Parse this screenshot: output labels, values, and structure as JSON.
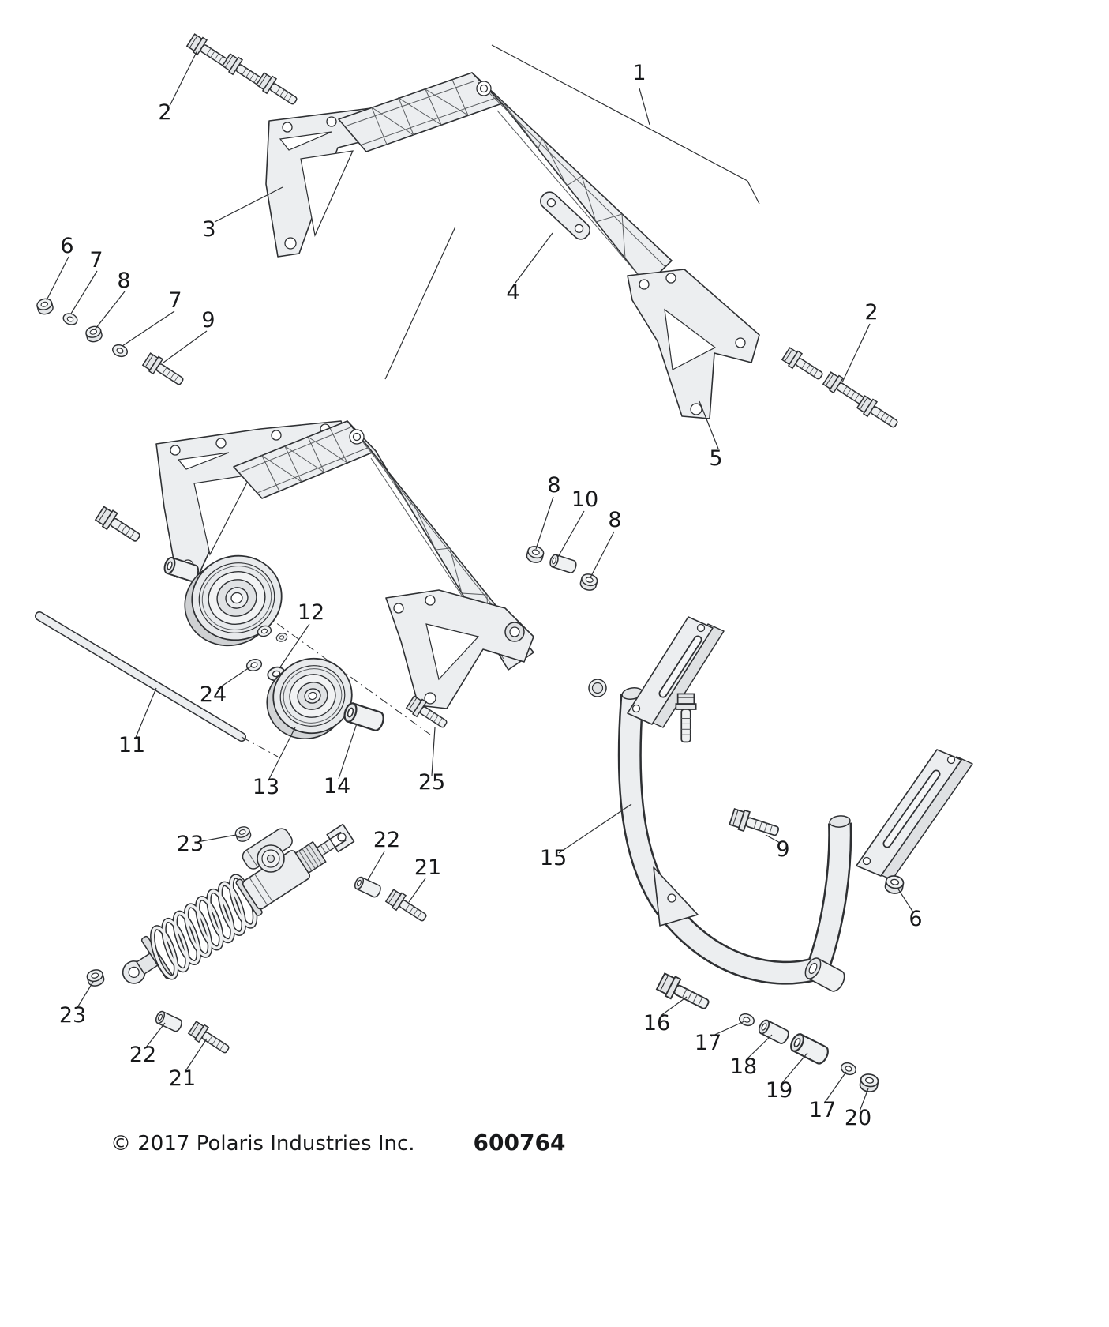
{
  "diagram": {
    "callouts": [
      {
        "label": "1"
      },
      {
        "label": "2"
      },
      {
        "label": "3"
      },
      {
        "label": "4"
      },
      {
        "label": "2"
      },
      {
        "label": "5"
      },
      {
        "label": "6"
      },
      {
        "label": "7"
      },
      {
        "label": "8"
      },
      {
        "label": "7"
      },
      {
        "label": "9"
      },
      {
        "label": "8"
      },
      {
        "label": "10"
      },
      {
        "label": "8"
      },
      {
        "label": "11"
      },
      {
        "label": "12"
      },
      {
        "label": "24"
      },
      {
        "label": "13"
      },
      {
        "label": "14"
      },
      {
        "label": "25"
      },
      {
        "label": "15"
      },
      {
        "label": "9"
      },
      {
        "label": "6"
      },
      {
        "label": "23"
      },
      {
        "label": "22"
      },
      {
        "label": "21"
      },
      {
        "label": "23"
      },
      {
        "label": "22"
      },
      {
        "label": "21"
      },
      {
        "label": "16"
      },
      {
        "label": "17"
      },
      {
        "label": "18"
      },
      {
        "label": "19"
      },
      {
        "label": "17"
      },
      {
        "label": "20"
      }
    ]
  },
  "footer": {
    "copyright": "© 2017 Polaris Industries Inc.",
    "part_number": "600764"
  }
}
